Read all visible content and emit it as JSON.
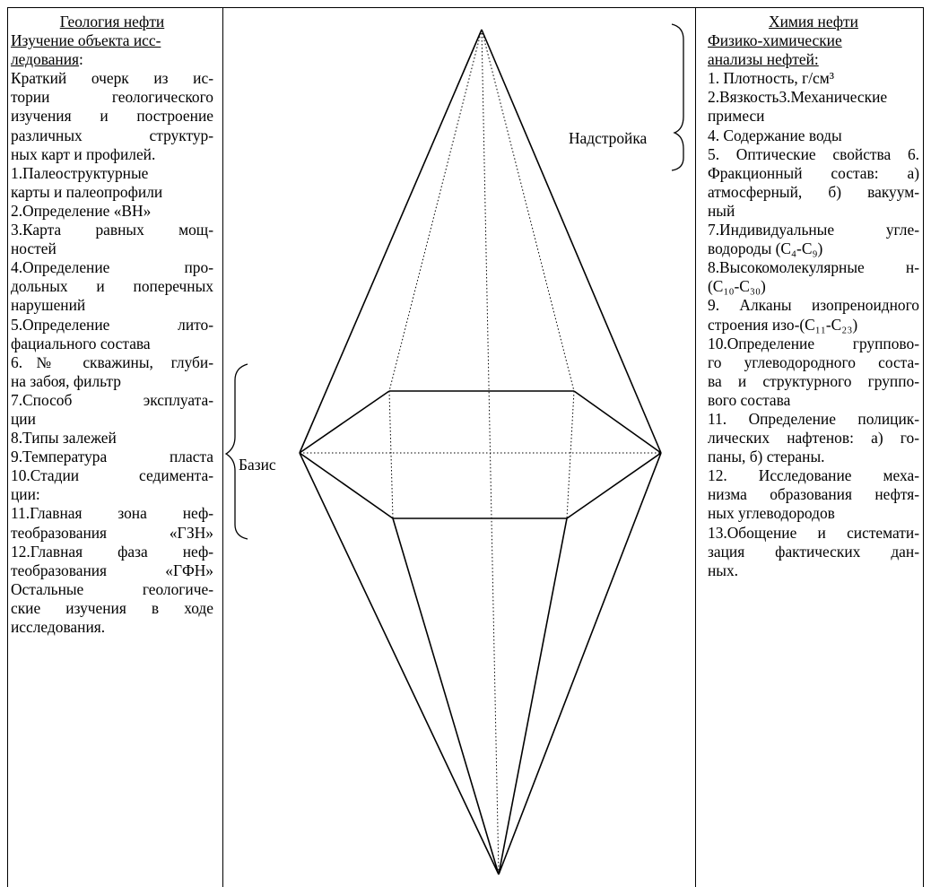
{
  "left_column": {
    "heading": "Геология нефти",
    "subheading": [
      "Изучение объекта исс-",
      "ледования"
    ],
    "subheading_suffix": ":",
    "lines": [
      "Краткий очерк из ис-",
      "тории геологического",
      "изучения и построение",
      "различных структур-",
      "ных карт и профилей.",
      "1.Палеоструктурные",
      "карты и палеопрофили",
      "2.Определение «ВН»",
      "3.Карта равных мощ-",
      "ностей",
      "4.Определение про-",
      "дольных и поперечных",
      "нарушений",
      "5.Определение лито-",
      "фациального состава",
      "6.№ скважины, глуби-",
      "на забоя, фильтр",
      " 7.Способ эксплуата-",
      "ции",
      "8.Типы залежей",
      "9.Температура пласта",
      "10.Стадии седимента-",
      "ции:",
      "11.Главная зона неф-",
      "теобразования «ГЗН»",
      "12.Главная фаза неф-",
      "теобразования «ГФН»",
      "Остальные геологиче-",
      "ские изучения в ходе",
      "исследования."
    ]
  },
  "diagram": {
    "label_top": "Надстройка",
    "label_base": "Базис"
  },
  "right_column": {
    "heading": "Химия нефти",
    "subheading": [
      "Физико-химические",
      "анализы нефтей:"
    ],
    "lines": [
      "1. Плотность, г/см³",
      "2.Вязкость3.Механические",
      "примеси",
      "4. Содержание воды",
      "5. Оптические свойства 6.",
      "Фракционный состав: а)",
      "атмосферный, б) вакуум-",
      "ный",
      " 7.Индивидуальные угле-",
      "водороды (С₄-С₉)",
      "8.Высокомолекулярные н-",
      "(С₁₀-С₃₀)",
      "9. Алканы изопреноидного",
      "строения изо-(С₁₁-С₂₃)",
      "10.Определение группово-",
      "го углеводородного соста-",
      "ва и структурного группо-",
      "вого состава",
      "11. Определение полицик-",
      "лических нафтенов: а) го-",
      "паны, б) стераны.",
      "12. Исследование меха-",
      "низма образования нефтя-",
      "ных углеводородов",
      "13.Обощение и системати-",
      "зация фактических дан-",
      "ных."
    ]
  }
}
